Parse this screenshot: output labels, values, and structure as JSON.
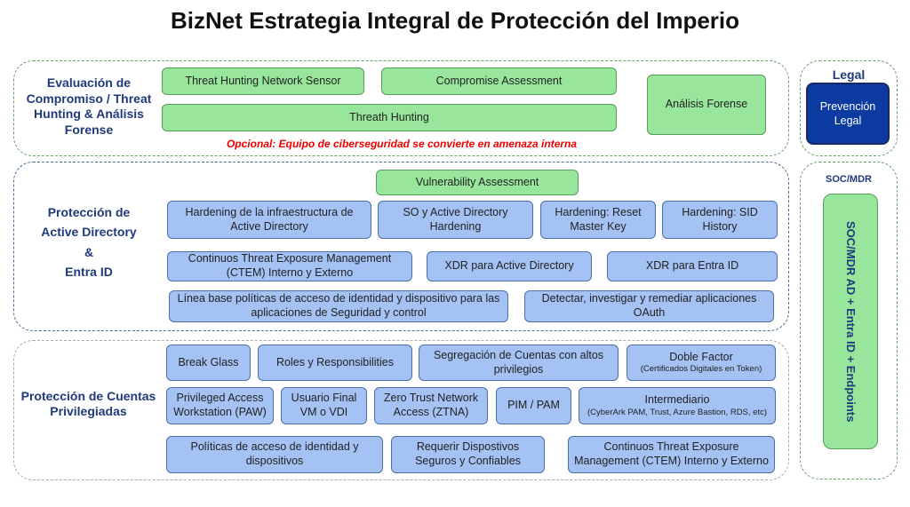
{
  "title": "BizNet Estrategia Integral de Protección del Imperio",
  "s1": {
    "label": "Evaluación de Compromiso / Threat Hunting & Análisis Forense",
    "items": [
      "Threat Hunting Network Sensor",
      "Compromise Assessment",
      "Threath Hunting",
      "Análisis Forense"
    ],
    "note": "Opcional: Equipo de ciberseguridad se convierte en amenaza interna"
  },
  "legal": {
    "label": "Legal",
    "box": "Prevención Legal"
  },
  "s2": {
    "label1": "Protección de",
    "label2": "Active Directory",
    "label3": "&",
    "label4": "Entra ID",
    "items": [
      "Vulnerability Assessment",
      "Hardening  de la infraestructura de Active Directory",
      "SO y Active Directory Hardening",
      "Hardening: Reset Master Key",
      "Hardening: SID History",
      "Continuos Threat Exposure Management (CTEM) Interno y Externo",
      "XDR para Active Directory",
      "XDR para Entra ID",
      "Línea base políticas de acceso de identidad y dispositivo para las aplicaciones de Seguridad y control",
      "Detectar, investigar y remediar aplicaciones OAuth"
    ]
  },
  "soc": {
    "label": "SOC/MDR",
    "box": "SOC/MDR AD + Entra ID + Endpoints"
  },
  "s3": {
    "label": "Protección de Cuentas Privilegiadas",
    "items": [
      "Break Glass",
      "Roles y Responsibilities",
      "Segregación de Cuentas con altos privilegios",
      "Privileged Access Workstation (PAW)",
      "Usuario Final VM o VDI",
      "Zero Trust Network Access (ZTNA)",
      "PIM / PAM",
      "Políticas de acceso de identidad y dispositivos",
      "Requerir Dispostivos Seguros y Confiables",
      "Continuos Threat Exposure Management (CTEM) Interno y Externo"
    ],
    "doble": {
      "title": "Doble Factor",
      "sub": "(Certificados Digitales en Token)"
    },
    "inter": {
      "title": "Intermediario",
      "sub": "(CyberArk PAM, Trust, Azure Bastion, RDS, etc)"
    }
  }
}
